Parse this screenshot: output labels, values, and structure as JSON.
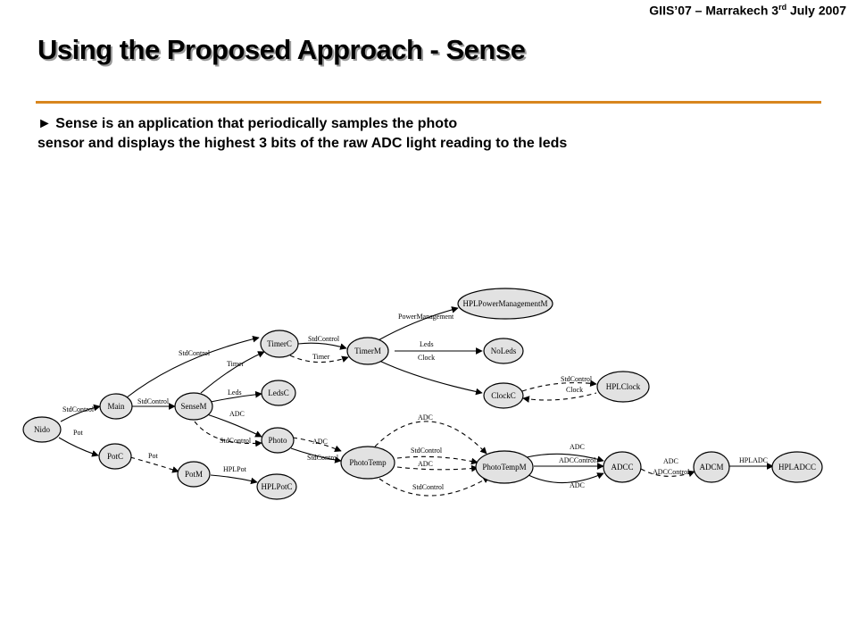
{
  "header": {
    "text_main": "GIIS’07 – Marrakech 3",
    "text_sup": "rd",
    "text_tail": " July 2007"
  },
  "title": "Using the Proposed Approach - Sense",
  "colors": {
    "rule": "#d8861e",
    "node_fill": "#e2e2e2"
  },
  "bullet": {
    "marker": "►",
    "line1": "Sense is an application that periodically samples the photo",
    "line2": "sensor and displays the highest 3 bits of the raw ADC light reading to the leds"
  },
  "diagram": {
    "nodes": {
      "nido": "Nido",
      "main": "Main",
      "potc": "PotC",
      "sensem": "SenseM",
      "potm": "PotM",
      "timerc": "TimerC",
      "ledsc": "LedsC",
      "photo": "Photo",
      "hplpotc": "HPLPotC",
      "timerm": "TimerM",
      "phototemp": "PhotoTemp",
      "hplpower": "HPLPowerManagementM",
      "noleds": "NoLeds",
      "clockc": "ClockC",
      "hplclock": "HPLClock",
      "phototempm": "PhotoTempM",
      "adcc": "ADCC",
      "adcm": "ADCM",
      "hpladcc": "HPLADCC"
    },
    "edges": {
      "nido_main": "StdControl",
      "nido_potc": "Pot",
      "main_timerc": "StdControl",
      "main_sensem": "StdControl",
      "sensem_timerc": "Timer",
      "sensem_ledsc": "Leds",
      "sensem_photo_adc": "ADC",
      "sensem_photo_std": "StdControl",
      "potc_potm": "Pot",
      "potm_hplpotc": "HPLPot",
      "timerc_timerm_std": "StdControl",
      "timerc_timerm_timer": "Timer",
      "timerm_hplpower": "PowerManagement",
      "timerm_noleds_leds": "Leds",
      "timerm_noleds_clock": "Clock",
      "clockc_hplclock_std": "StdControl",
      "clockc_hplclock_clock": "Clock",
      "photo_phototemp_adc": "ADC",
      "photo_phototemp_std": "StdControl",
      "phototemp_phototempm_adc_top": "ADC",
      "phototemp_phototempm_std": "StdControl",
      "phototemp_phototempm_adc": "ADC",
      "phototemp_phototempm_std_bottom": "StdControl",
      "phototempm_adcc_adc": "ADC",
      "phototempm_adcc_ctrl": "ADCControl",
      "phototempm_adcc_adc_bottom": "ADC",
      "adcc_adcm_adc": "ADC",
      "adcc_adcm_ctrl": "ADCControl",
      "adcm_hpladcc": "HPLADC"
    }
  }
}
